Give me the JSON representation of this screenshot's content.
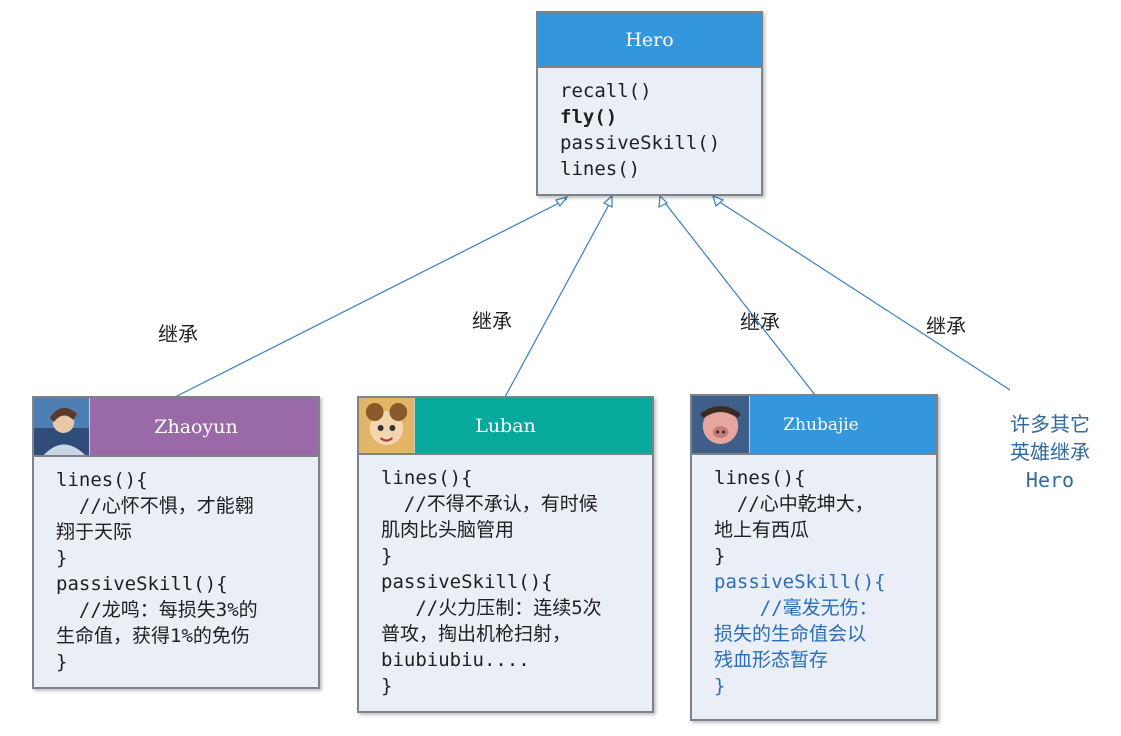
{
  "classes": {
    "hero": {
      "name": "Hero",
      "methods": [
        "recall()",
        "fly()",
        "passiveSkill()",
        "lines()"
      ],
      "header_color": "#3497dd"
    },
    "zhaoyun": {
      "name": "Zhaoyun",
      "header_color": "#9a6aa8",
      "body": [
        "lines(){",
        "  //心怀不惧，才能翱",
        "翔于天际",
        "}",
        "passiveSkill(){",
        "  //龙鸣：每损失3%的",
        "生命值，获得1%的免伤",
        "}"
      ]
    },
    "luban": {
      "name": "Luban",
      "header_color": "#07a99c",
      "body": [
        "lines(){",
        "  //不得不承认，有时候",
        "肌肉比头脑管用",
        "}",
        "passiveSkill(){",
        "   //火力压制：连续5次",
        "普攻，掏出机枪扫射，",
        "biubiubiu....",
        "}"
      ]
    },
    "zhubajie": {
      "name": "Zhubajie",
      "header_color": "#3497dd",
      "body_plain": [
        "lines(){",
        "  //心中乾坤大，",
        "地上有西瓜",
        "}"
      ],
      "body_blue": [
        "passiveSkill(){",
        "    //毫发无伤：",
        "损失的生命值会以",
        "残血形态暂存",
        "}"
      ]
    }
  },
  "edge_labels": [
    "继承",
    "继承",
    "继承",
    "继承"
  ],
  "note": [
    "许多其它",
    "英雄继承",
    "Hero"
  ],
  "colors": {
    "line": "#3a7fbf",
    "box_fill": "#e9eef7",
    "note_text": "#2f6aa0"
  },
  "icons": {
    "zhaoyun_avatar": "hero-portrait-icon",
    "luban_avatar": "hero-portrait-icon",
    "zhubajie_avatar": "hero-portrait-icon"
  }
}
